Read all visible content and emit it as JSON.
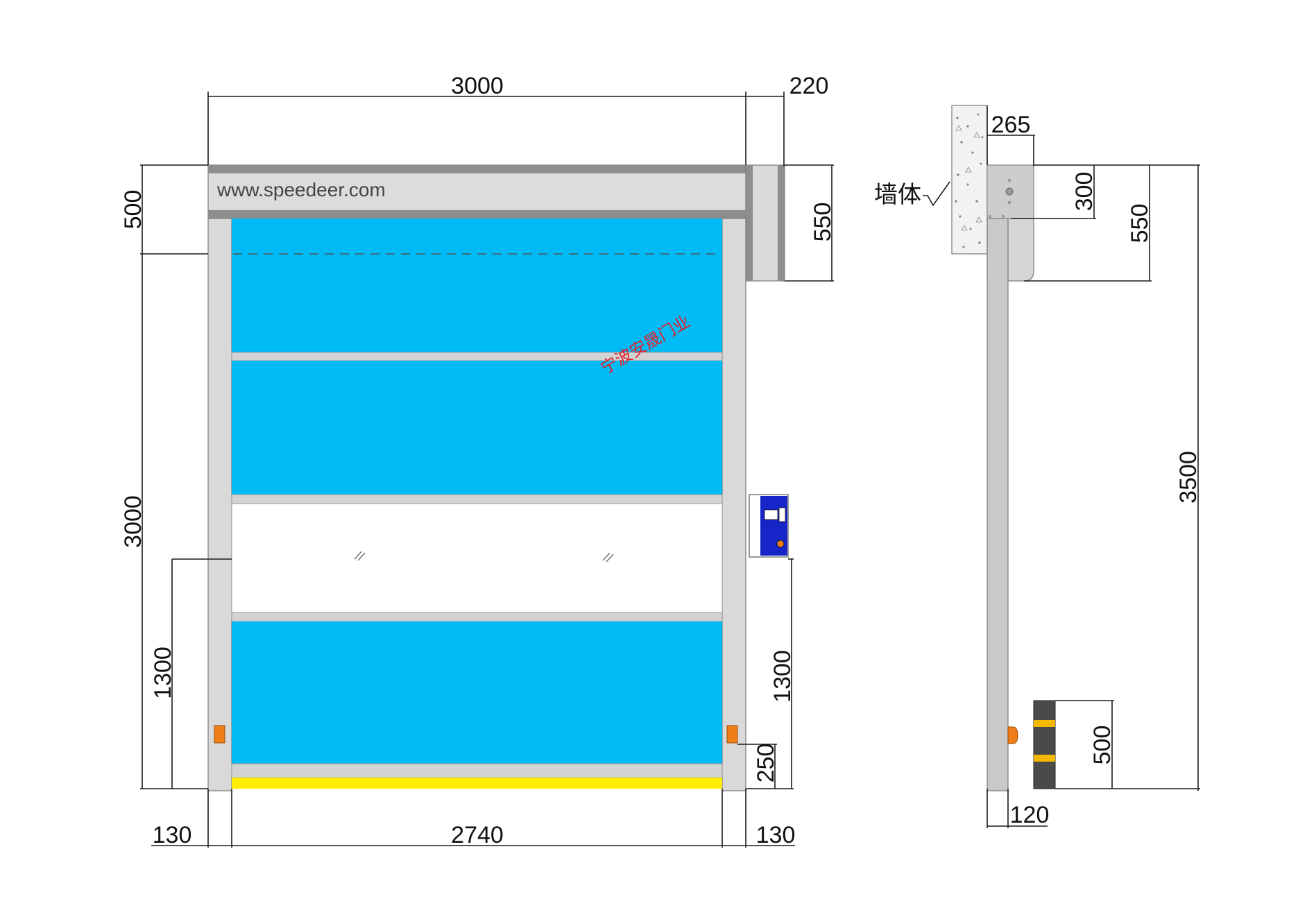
{
  "front_view": {
    "brand_text": "www.speedeer.com",
    "watermark": "宁波安晟门业",
    "dimensions": {
      "overall_width": "3000",
      "box_extension": "220",
      "top_box_height": "500",
      "side_box_height": "550",
      "opening_height": "3000",
      "left_sensor_height": "1300",
      "right_control_height": "1300",
      "bottom_sensor_height": "250",
      "left_frame_width": "130",
      "clear_width": "2740",
      "right_frame_width": "130"
    },
    "colors": {
      "curtain": "#00baf5",
      "bottom_bar": "#ffee00",
      "sensor": "#f07d1a",
      "control_box": "#1525c8"
    }
  },
  "side_view": {
    "wall_label": "墙体",
    "dimensions": {
      "box_depth": "265",
      "motor_height": "300",
      "box_height": "550",
      "total_height": "3500",
      "post_height": "500",
      "rail_width": "120"
    }
  }
}
